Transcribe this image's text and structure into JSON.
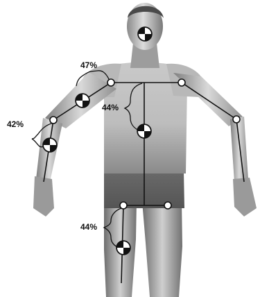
{
  "figure": {
    "labels": {
      "upper_arm": "47%",
      "forearm": "42%",
      "trunk": "44%",
      "thigh": "44%"
    },
    "markers": [
      {
        "segment": "head",
        "kind": "center-of-mass-icon"
      },
      {
        "segment": "upper-arm",
        "kind": "center-of-mass-icon"
      },
      {
        "segment": "forearm",
        "kind": "center-of-mass-icon"
      },
      {
        "segment": "trunk",
        "kind": "center-of-mass-icon"
      },
      {
        "segment": "thigh",
        "kind": "center-of-mass-icon"
      }
    ],
    "joints": [
      "right-shoulder",
      "left-shoulder",
      "right-elbow",
      "left-elbow",
      "right-hip",
      "left-hip"
    ],
    "colors": {
      "body_light": "#d9d9d9",
      "body_mid": "#a8a8a8",
      "body_dark": "#6b6b6b",
      "line": "#111111"
    }
  }
}
